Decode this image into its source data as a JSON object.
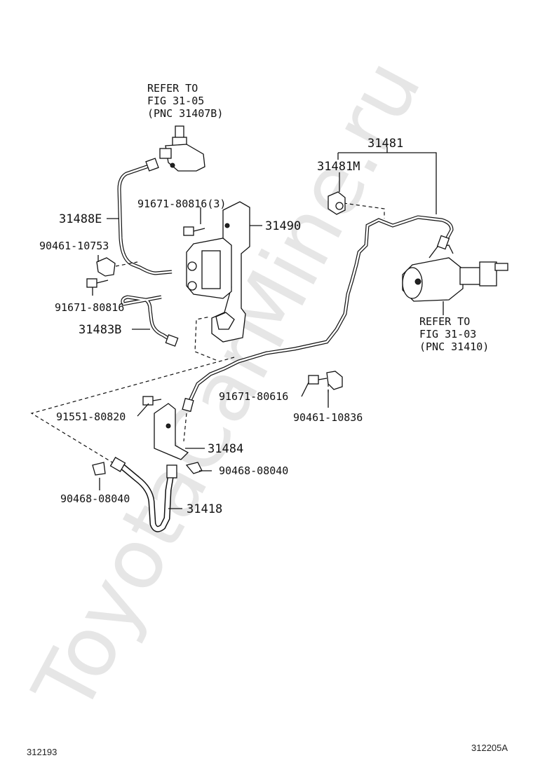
{
  "watermark": "ToyotaCarMine.ru",
  "refs": {
    "top": [
      "REFER TO",
      "FIG 31-05",
      "(PNC 31407B)"
    ],
    "right": [
      "REFER TO",
      "FIG 31-03",
      "(PNC 31410)"
    ]
  },
  "parts": {
    "p31481": "31481",
    "p31481M": "31481M",
    "p31488E": "31488E",
    "p91671_80816_3": "91671-80816(3)",
    "p31490": "31490",
    "p90461_10753": "90461-10753",
    "p91671_80816": "91671-80816",
    "p31483B": "31483B",
    "p91671_80616": "91671-80616",
    "p91551_80820": "91551-80820",
    "p90461_10836": "90461-10836",
    "p31484": "31484",
    "p90468_08040_right": "90468-08040",
    "p90468_08040_left": "90468-08040",
    "p31418": "31418"
  },
  "footer": {
    "left_code": "312193",
    "right_code": "312205A"
  }
}
